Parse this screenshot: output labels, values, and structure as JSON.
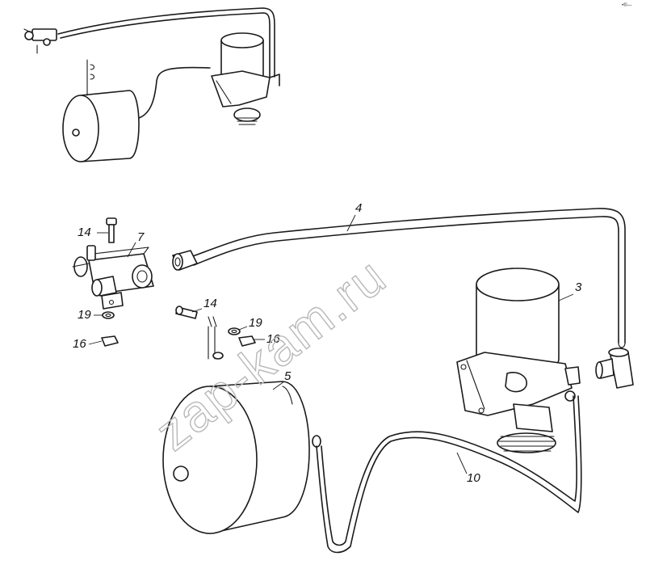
{
  "callouts": {
    "c14a": "14",
    "c7": "7",
    "c4": "4",
    "c3": "3",
    "c14b": "14",
    "c19a": "19",
    "c19b": "19",
    "c16a": "16",
    "c16b": "16",
    "c5": "5",
    "c10": "10"
  },
  "watermark": "zap-kam.ru",
  "corner_mark": "•®—"
}
